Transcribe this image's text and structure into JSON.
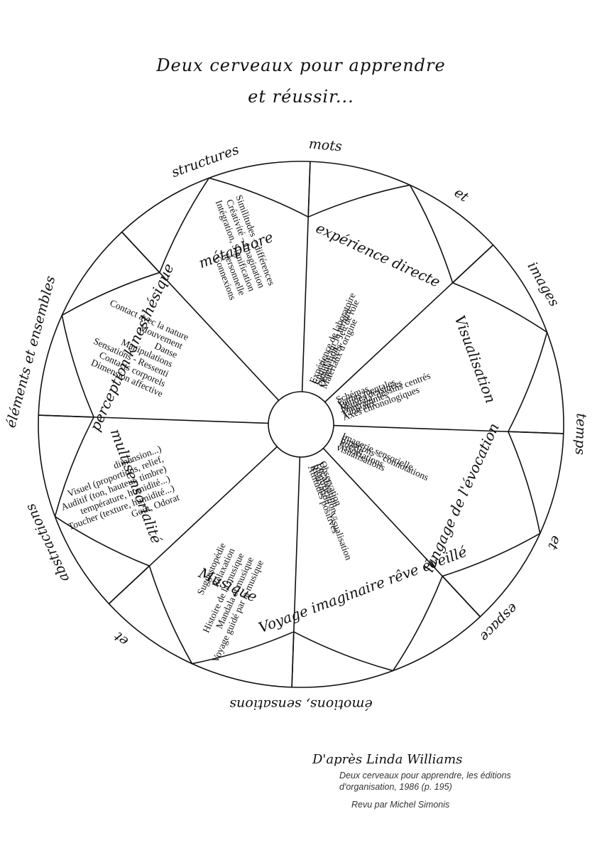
{
  "title": [
    "Deux cerveaux pour apprendre",
    "et réussir..."
  ],
  "rim": [
    "mots",
    "et",
    "images",
    "temps",
    "et",
    "espace",
    "émotions, sensations",
    "et",
    "abstractions",
    "éléments et ensembles",
    "structures"
  ],
  "sectors": [
    {
      "heading": "expérience directe",
      "items": [
        "Expérience de laboratoire",
        "Enquête sur le terrain",
        "Simulation – Jeu de rôle",
        "Objets réels",
        "Matériaux d'origine"
      ]
    },
    {
      "heading": "Visualisation",
      "items": [
        "Schémas",
        "Cartes mentales",
        "Bandes dessinées",
        "Mandala, dessins centrés",
        "Diagrammes",
        "Tableaux",
        "Axes chronologiques"
      ]
    },
    {
      "heading": "langage de l'évocation",
      "items": [
        "Imagerie sensorielle",
        "Emotions – connotations",
        "Poésie",
        "Associations",
        "visualisations"
      ]
    },
    {
      "heading": "Voyage imaginaire rêve éveillé",
      "items": [
        "Observation",
        "Focalisation",
        "Identification",
        "Relaxation – Visualisation",
        "Attitudes positives"
      ]
    },
    {
      "heading": "Musique",
      "items": [
        "Voyage guidé par la musique",
        "Mandala et musique",
        "Histoire de la musique",
        "Relaxation",
        "Suggestopédie"
      ]
    },
    {
      "heading": "multisensorialité",
      "items": [
        "Goût, Odorat",
        "Toucher (texture, humidité...)",
        "température, humidité...)",
        "Auditif (ton, hauteur, timbre)",
        "Visuel (proportions, relief,",
        "dimension...)"
      ]
    },
    {
      "heading": "perception kinesthésique",
      "items": [
        "Dimension affective",
        "Contacts corporels",
        "Sensations - Ressenti",
        "Manipulations",
        "Danse",
        "Mouvement",
        "Contact avec la nature"
      ]
    },
    {
      "heading": "métaphore",
      "items": [
        "Connexions",
        "personnelle",
        "Intégration, Signification",
        "Créativité – Imagination",
        "Similitudes – différences"
      ]
    }
  ],
  "credit": {
    "signature": "D'après Linda Williams",
    "reference": "Deux cerveaux pour apprendre, les éditions d'organisation, 1986 (p. 195)",
    "reviewed": "Revu par Michel Simonis"
  }
}
